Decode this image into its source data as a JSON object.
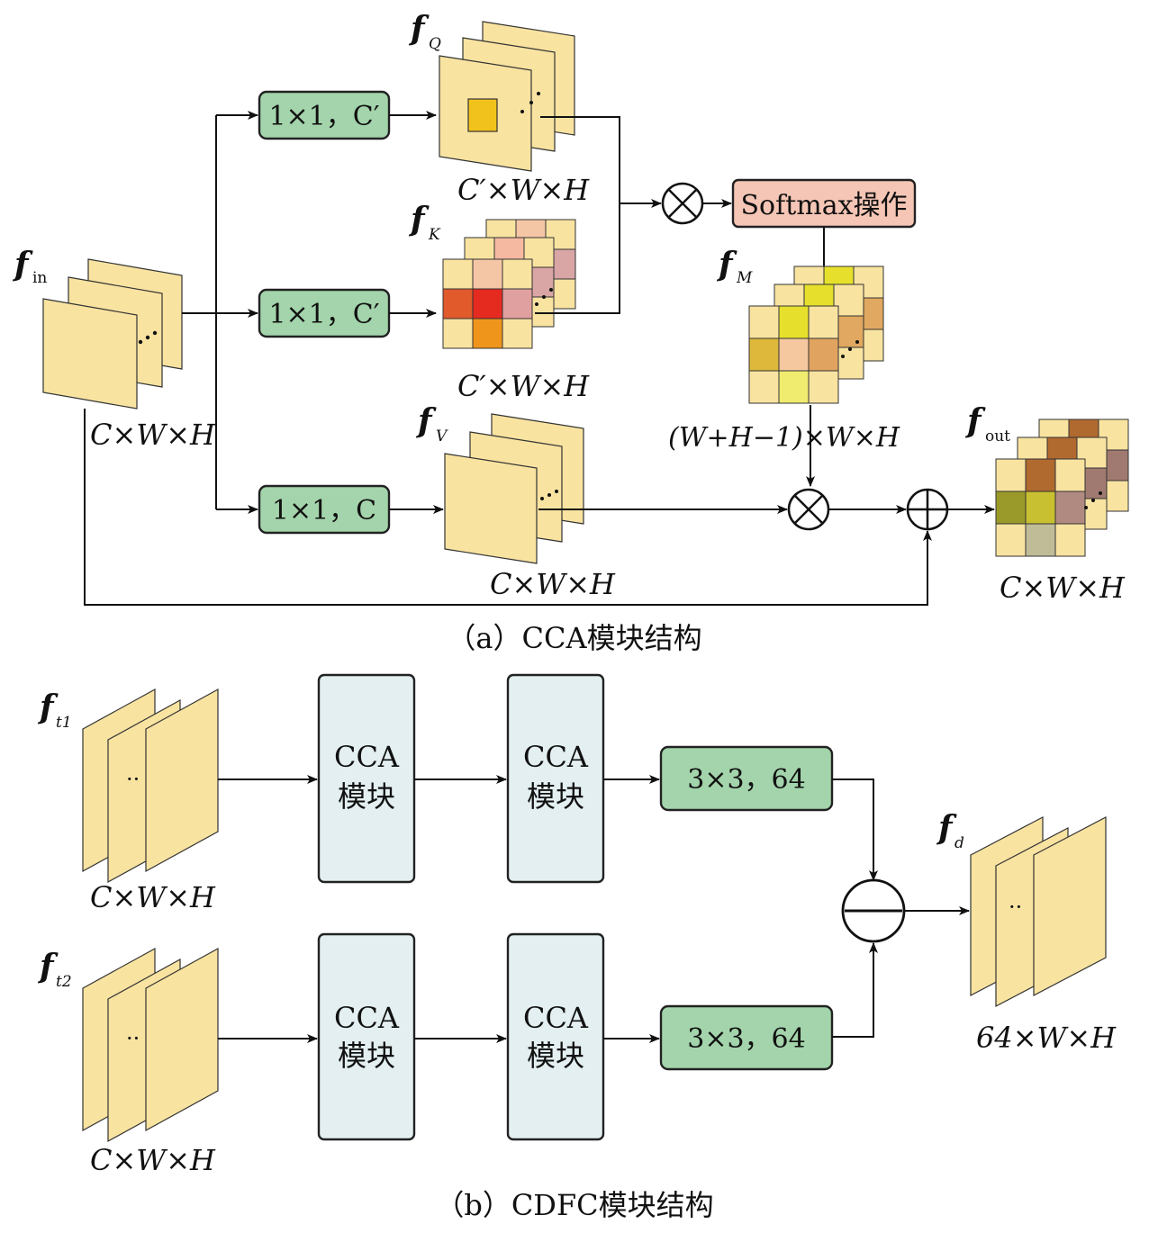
{
  "colors": {
    "feature_fill": "#f8e3a1",
    "feature_stroke": "#333333",
    "conv_fill": "#a3d4ab",
    "cca_fill": "#e3eff1",
    "softmax_fill": "#f5c6b5",
    "arrow": "#111111"
  },
  "part_a": {
    "caption": "（a）CCA模块结构",
    "f_in": {
      "base": "f",
      "sub": "in",
      "dim": "C×W×H"
    },
    "f_q": {
      "base": "f",
      "sub": "Q",
      "dim": "C′×W×H"
    },
    "f_k": {
      "base": "f",
      "sub": "K",
      "dim": "C′×W×H"
    },
    "f_v": {
      "base": "f",
      "sub": "V",
      "dim": "C×W×H"
    },
    "f_m": {
      "base": "f",
      "sub": "M",
      "dim": "(W+H−1)×W×H"
    },
    "f_out": {
      "base": "f",
      "sub": "out",
      "dim": "C×W×H"
    },
    "conv_q": "1×1，C′",
    "conv_k": "1×1，C′",
    "conv_v": "1×1，C",
    "softmax": "Softmax操作",
    "mult_symbol": "⊗",
    "add_symbol": "⊕"
  },
  "part_b": {
    "caption": "（b）CDFC模块结构",
    "f_t1": {
      "base": "f",
      "sub": "t1",
      "dim": "C×W×H"
    },
    "f_t2": {
      "base": "f",
      "sub": "t2",
      "dim": "C×W×H"
    },
    "f_d": {
      "base": "f",
      "sub": "d",
      "dim": "64×W×H"
    },
    "cca_line1": "CCA",
    "cca_line2": "模块",
    "conv": "3×3，64",
    "subtract_symbol": "⊖",
    "dots": "··"
  }
}
